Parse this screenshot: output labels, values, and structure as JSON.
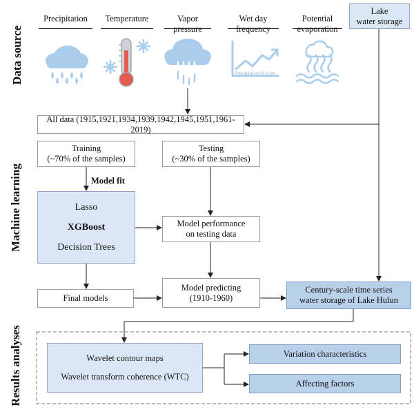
{
  "sections": {
    "data_source": "Data source",
    "machine_learning": "Machine learning",
    "results_analyses": "Results analyses"
  },
  "sources": [
    {
      "label": "Precipitation",
      "icon": "rain-cloud-icon"
    },
    {
      "label": "Temperature",
      "icon": "thermometer-icon"
    },
    {
      "label": "Vapor\npressure",
      "icon": "vapor-cloud-icon"
    },
    {
      "label": "Wet day\nfrequency",
      "icon": "trend-chart-icon"
    },
    {
      "label": "Potential\nevaporation",
      "icon": "evaporation-icon"
    }
  ],
  "lake_box": "Lake\nwater storage",
  "chart_icon_text": "Precipitation>0.1mm",
  "all_data": "All data (1915,1921,1934,1939,1942,1945,1951,1961-2019)",
  "training": "Training\n(~70% of the samples)",
  "testing": "Testing\n(~30% of the samples)",
  "model_fit": "Model fit",
  "models": {
    "lasso": "Lasso",
    "xgboost": "XGBoost",
    "trees": "Decision Trees"
  },
  "performance": "Model performance\non testing data",
  "final_models": "Final models",
  "predicting": "Model predicting\n(1910-1960)",
  "century": "Century-scale time series\nwater storage of Lake Hulun",
  "wavelet": {
    "line1": "Wavelet contour maps",
    "line2": "Wavelet transform coherence (WTC)"
  },
  "variation": "Variation characteristics",
  "factors": "Affecting factors",
  "colors": {
    "icon": "#a9cdea",
    "box_light": "#dbe7f5",
    "box_mid": "#b9d0ea",
    "thermo_red": "#e45b4f"
  }
}
